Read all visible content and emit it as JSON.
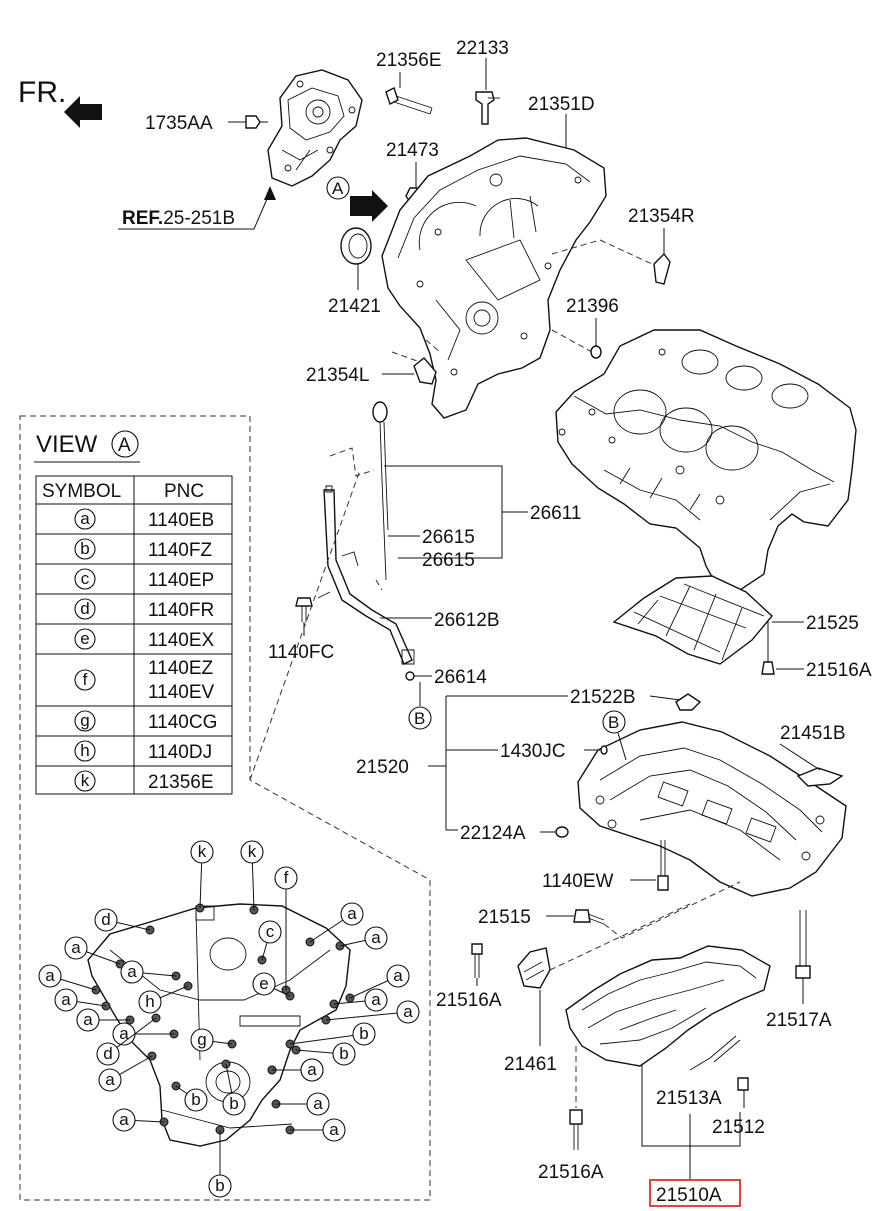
{
  "direction": {
    "label": "FR."
  },
  "reference": {
    "prefix": "REF.",
    "code": "25-251B"
  },
  "view": {
    "title": "VIEW",
    "marker": "A"
  },
  "view_table": {
    "headers": [
      "SYMBOL",
      "PNC"
    ],
    "rows": [
      {
        "symbol": "a",
        "pnc": [
          "1140EB"
        ]
      },
      {
        "symbol": "b",
        "pnc": [
          "1140FZ"
        ]
      },
      {
        "symbol": "c",
        "pnc": [
          "1140EP"
        ]
      },
      {
        "symbol": "d",
        "pnc": [
          "1140FR"
        ]
      },
      {
        "symbol": "e",
        "pnc": [
          "1140EX"
        ]
      },
      {
        "symbol": "f",
        "pnc": [
          "1140EZ",
          "1140EV"
        ]
      },
      {
        "symbol": "g",
        "pnc": [
          "1140CG"
        ]
      },
      {
        "symbol": "h",
        "pnc": [
          "1140DJ"
        ]
      },
      {
        "symbol": "k",
        "pnc": [
          "21356E"
        ]
      }
    ]
  },
  "markers": {
    "A": "A",
    "B": "B"
  },
  "part_labels": {
    "p1735AA": "1735AA",
    "p21356E": "21356E",
    "p22133": "22133",
    "p21351D": "21351D",
    "p21473": "21473",
    "p21354R": "21354R",
    "p21421": "21421",
    "p21396": "21396",
    "p21354L": "21354L",
    "p26611": "26611",
    "p26615a": "26615",
    "p26615b": "26615",
    "p26612B": "26612B",
    "p1140FC": "1140FC",
    "p26614": "26614",
    "p21525": "21525",
    "p21516A_top": "21516A",
    "p21522B": "21522B",
    "p21451B": "21451B",
    "p1430JC": "1430JC",
    "p21520": "21520",
    "p22124A": "22124A",
    "p1140EW": "1140EW",
    "p21515": "21515",
    "p21516A_left": "21516A",
    "p21517A": "21517A",
    "p21461": "21461",
    "p21513A": "21513A",
    "p21512": "21512",
    "p21516A_bottom": "21516A",
    "p21510A": "21510A"
  },
  "bolt_callouts": [
    "k",
    "k",
    "f",
    "d",
    "a",
    "c",
    "a",
    "a",
    "a",
    "a",
    "e",
    "a",
    "a",
    "a",
    "h",
    "a",
    "a",
    "a",
    "b",
    "d",
    "g",
    "b",
    "a",
    "a",
    "a",
    "b",
    "b",
    "a",
    "a",
    "a",
    "b"
  ],
  "highlight_color": "#e0302a"
}
